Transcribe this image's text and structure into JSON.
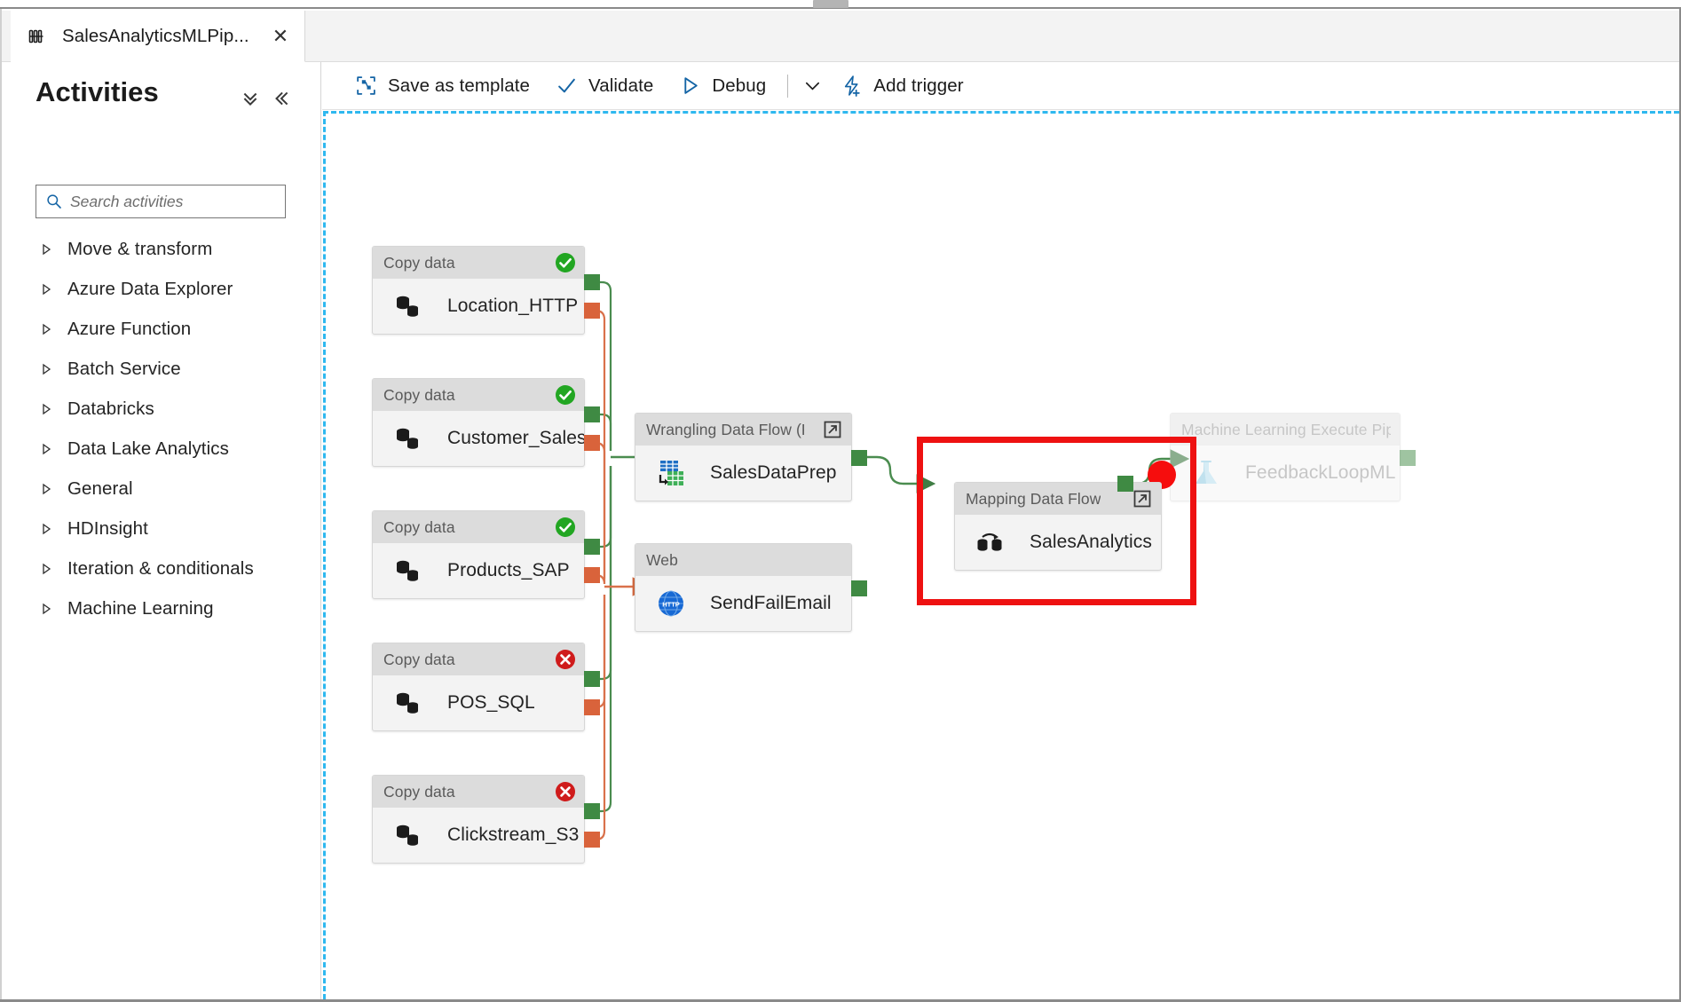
{
  "window": {
    "tab": {
      "icon": "pipeline-icon",
      "title": "SalesAnalyticsMLPip...",
      "close": "✕"
    }
  },
  "sidebar": {
    "title": "Activities",
    "header_buttons": [
      {
        "name": "chevron-double-down-icon",
        "glyph": "»"
      },
      {
        "name": "collapse-panel-icon",
        "glyph": "«"
      }
    ],
    "search": {
      "icon": "search-icon",
      "placeholder": "Search activities",
      "value": ""
    },
    "items": [
      {
        "label": "Move & transform",
        "icon": "chevron-right-icon"
      },
      {
        "label": "Azure Data Explorer",
        "icon": "chevron-right-icon"
      },
      {
        "label": "Azure Function",
        "icon": "chevron-right-icon"
      },
      {
        "label": "Batch Service",
        "icon": "chevron-right-icon"
      },
      {
        "label": "Databricks",
        "icon": "chevron-right-icon"
      },
      {
        "label": "Data Lake Analytics",
        "icon": "chevron-right-icon"
      },
      {
        "label": "General",
        "icon": "chevron-right-icon"
      },
      {
        "label": "HDInsight",
        "icon": "chevron-right-icon"
      },
      {
        "label": "Iteration & conditionals",
        "icon": "chevron-right-icon"
      },
      {
        "label": "Machine Learning",
        "icon": "chevron-right-icon"
      }
    ]
  },
  "toolbar": {
    "save_as_template": "Save as template",
    "validate": "Validate",
    "debug": "Debug",
    "add_trigger": "Add trigger",
    "debug_caret": "ˇ"
  },
  "canvas": {
    "border_color": "#2eb8ef",
    "highlight_color": "#ee1111",
    "port_ok_color": "#3f8a43",
    "port_fail_color": "#d9633b",
    "wire_ok_color": "#4a8c4f",
    "wire_fail_color": "#d9714b",
    "nodes": [
      {
        "id": "location_http",
        "type": "Copy data",
        "name": "Location_HTTP",
        "icon": "copy-data-icon",
        "status": "success",
        "status_icon": "check-circle-icon",
        "disabled": false
      },
      {
        "id": "customer_salesforce",
        "type": "Copy data",
        "name": "Customer_Salesforce",
        "icon": "copy-data-icon",
        "status": "success",
        "status_icon": "check-circle-icon",
        "disabled": false
      },
      {
        "id": "products_sap",
        "type": "Copy data",
        "name": "Products_SAP",
        "icon": "copy-data-icon",
        "status": "success",
        "status_icon": "check-circle-icon",
        "disabled": false
      },
      {
        "id": "pos_sql",
        "type": "Copy data",
        "name": "POS_SQL",
        "icon": "copy-data-icon",
        "status": "error",
        "status_icon": "error-circle-icon",
        "disabled": false
      },
      {
        "id": "clickstream_s3",
        "type": "Copy data",
        "name": "Clickstream_S3",
        "icon": "copy-data-icon",
        "status": "error",
        "status_icon": "error-circle-icon",
        "disabled": false
      },
      {
        "id": "salesdataprep",
        "type": "Wrangling Data Flow (Preview",
        "name": "SalesDataPrep",
        "icon": "wrangling-data-flow-icon",
        "status": "none",
        "status_icon": "open-new-window-icon",
        "disabled": false
      },
      {
        "id": "sendfailemail",
        "type": "Web",
        "name": "SendFailEmail",
        "icon": "http-web-icon",
        "status": "none",
        "status_icon": "none",
        "disabled": false
      },
      {
        "id": "salesanalytics",
        "type": "Mapping Data Flow",
        "name": "SalesAnalytics",
        "icon": "mapping-data-flow-icon",
        "status": "none",
        "status_icon": "open-new-window-icon",
        "disabled": false
      },
      {
        "id": "feedbackloopml",
        "type": "Machine Learning Execute Pipeline",
        "name": "FeedbackLoopML",
        "icon": "ml-flask-icon",
        "status": "none",
        "status_icon": "none",
        "disabled": true
      }
    ]
  }
}
